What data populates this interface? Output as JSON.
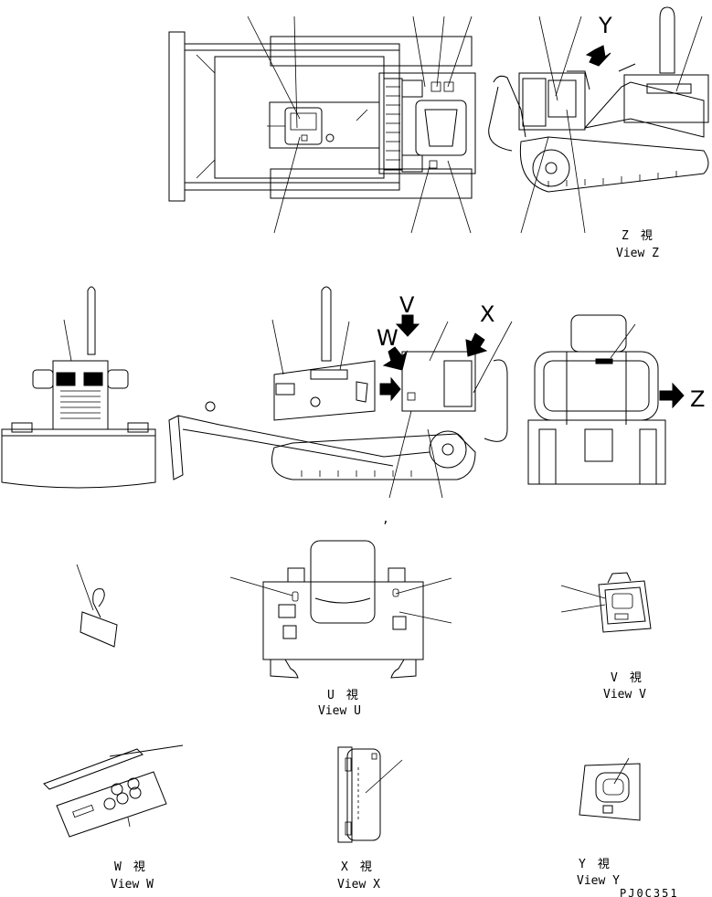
{
  "views": {
    "z": {
      "jp": "Z　視",
      "en": "View Z"
    },
    "u": {
      "jp": "U　視",
      "en": "View U"
    },
    "v": {
      "jp": "V　視",
      "en": "View V"
    },
    "w": {
      "jp": "W　視",
      "en": "View W"
    },
    "x": {
      "jp": "X　視",
      "en": "View X"
    },
    "y": {
      "jp": "Y　視",
      "en": "View Y"
    }
  },
  "arrows": {
    "y": "Y",
    "v": "V",
    "w": "W",
    "x": "X",
    "z": "Z"
  },
  "drawing_code": "PJ0C351",
  "stray_mark": ","
}
